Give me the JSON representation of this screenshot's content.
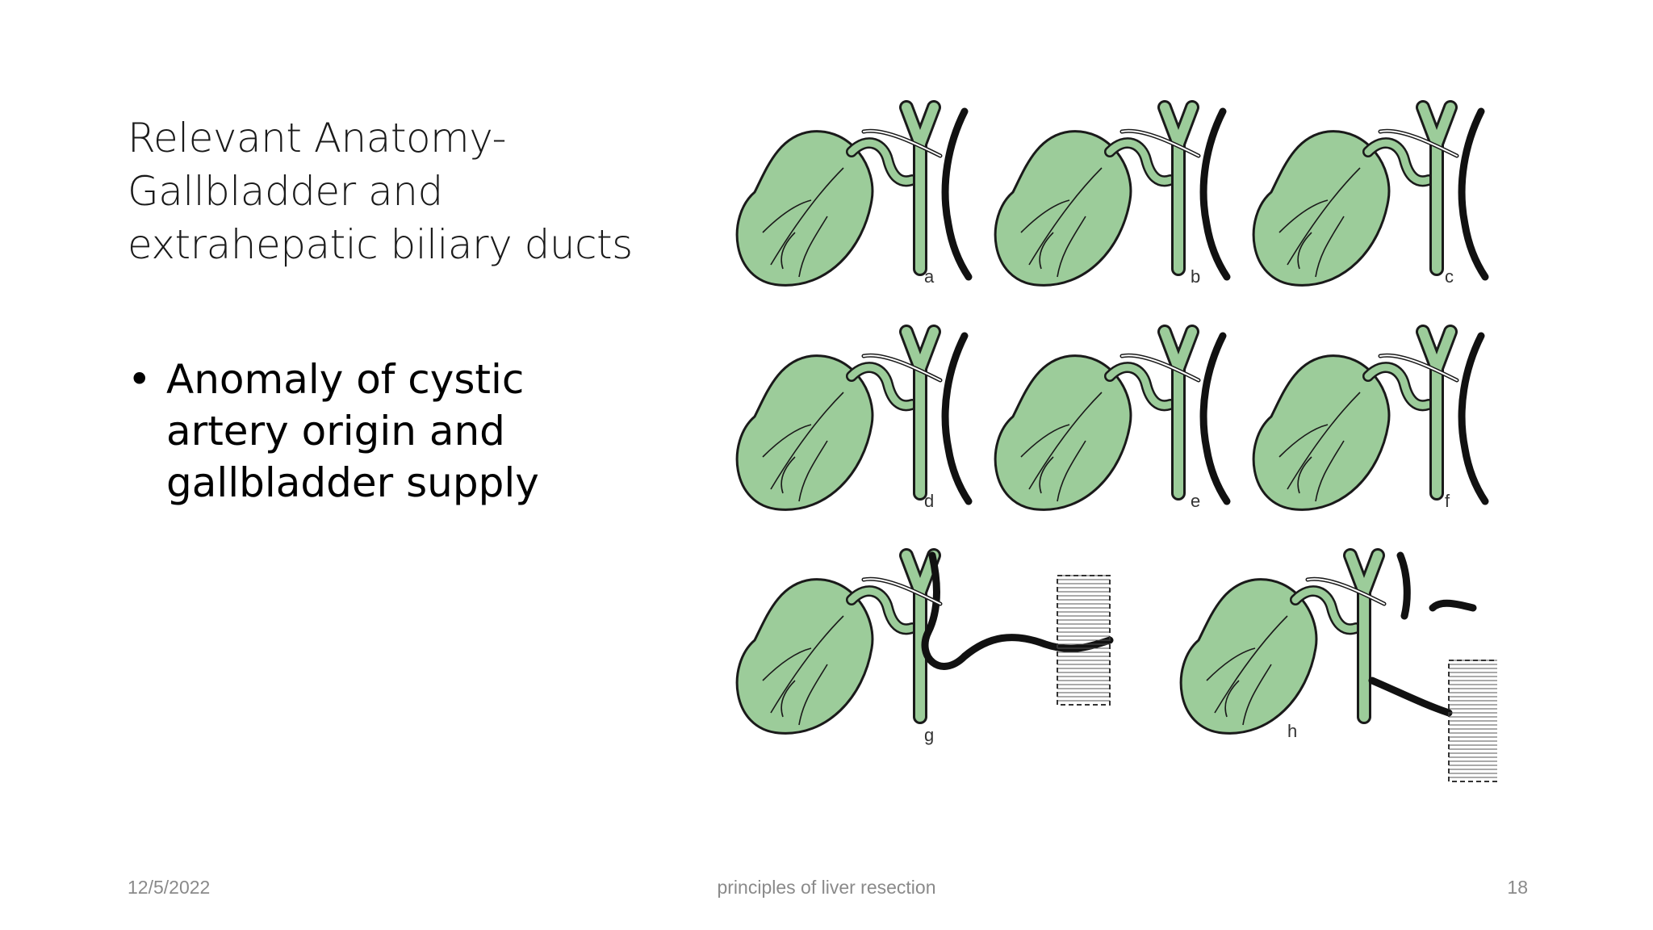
{
  "slide": {
    "title_lines": [
      "Relevant Anatomy-",
      "Gallbladder and",
      "extrahepatic biliary ducts"
    ],
    "bullets": [
      {
        "lines": [
          "Anomaly of cystic",
          "artery origin and",
          "gallbladder supply"
        ]
      }
    ],
    "bullet_symbol": "•"
  },
  "figure": {
    "panel_labels": [
      "a",
      "b",
      "c",
      "d",
      "e",
      "f",
      "g",
      "h"
    ],
    "colors": {
      "gallbladder_fill": "#9ccc9a",
      "duct_fill": "#9ccc9a",
      "outline": "#1a1a1a",
      "artery": "#111111"
    }
  },
  "footer": {
    "date": "12/5/2022",
    "title": "principles of liver resection",
    "page_number": "18"
  }
}
